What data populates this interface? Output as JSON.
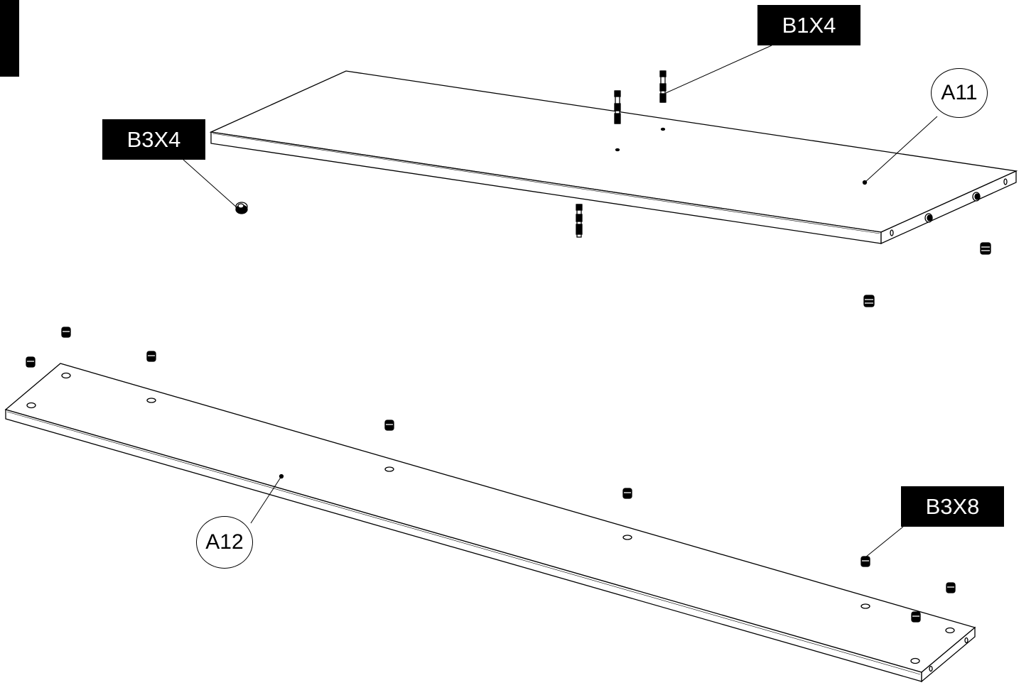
{
  "hardware_tags": {
    "b1": "B1X4",
    "b3_top": "B3X4",
    "b3_bottom": "B3X8"
  },
  "part_labels": {
    "a11": "A11",
    "a12": "A12"
  },
  "colors": {
    "ink": "#000000",
    "paper": "#ffffff"
  }
}
